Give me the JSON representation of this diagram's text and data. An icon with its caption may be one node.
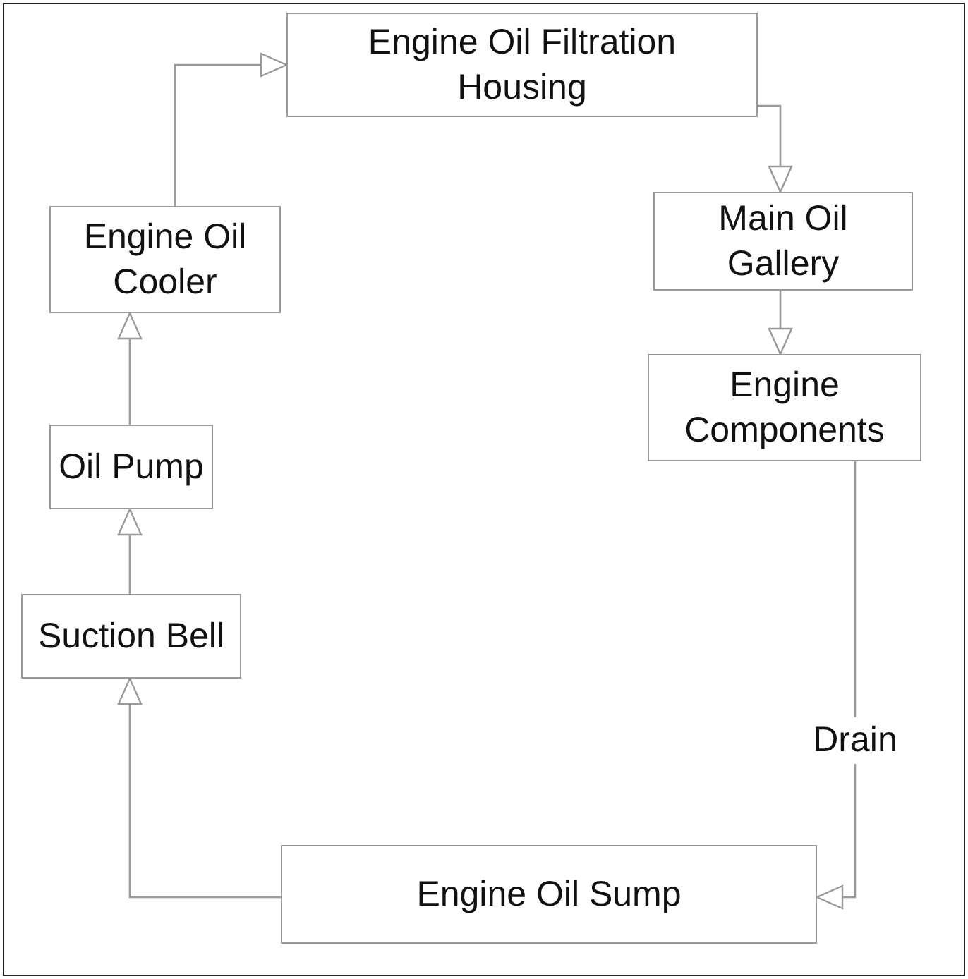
{
  "diagram": {
    "nodes": [
      {
        "text": [
          "Engine Oil Filtration Housing"
        ]
      },
      {
        "text": [
          "Main Oil Gallery"
        ]
      },
      {
        "text": [
          "Engine Components"
        ]
      },
      {
        "text": [
          "Engine Oil Sump"
        ]
      },
      {
        "text": [
          "Suction Bell"
        ]
      },
      {
        "text": [
          "Oil Pump"
        ]
      },
      {
        "text": [
          "Engine Oil Cooler"
        ]
      }
    ],
    "edges": [
      {
        "from": 6,
        "to": 0,
        "arrow": "to"
      },
      {
        "from": 0,
        "to": 1,
        "arrow": "to"
      },
      {
        "from": 1,
        "to": 2,
        "arrow": "to"
      },
      {
        "from": 2,
        "to": 3,
        "arrow": "to",
        "label": "Drain"
      },
      {
        "from": 3,
        "to": 4,
        "arrow": "to"
      },
      {
        "from": 4,
        "to": 5,
        "arrow": "to"
      },
      {
        "from": 5,
        "to": 6,
        "arrow": "to"
      }
    ]
  }
}
